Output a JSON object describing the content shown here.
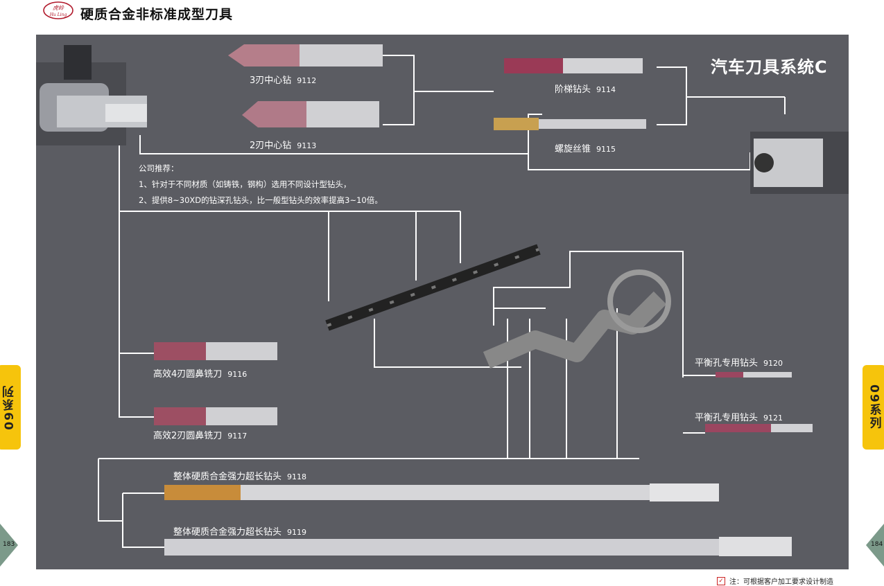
{
  "header": {
    "logo_text": "虎岭 Hu Ling",
    "title": "硬质合金非标准成型刀具"
  },
  "section_title": "汽车刀具系统C",
  "series_tab": "09系列",
  "pages": {
    "left": "183",
    "right": "184"
  },
  "footer_note": "注：可根据客户加工要求设计制造",
  "recommendation": {
    "heading": "公司推荐：",
    "line1": "1、针对于不同材质（如铸铁，钢构）选用不同设计型钻头，",
    "line2": "2、提供8~30XD的钻深孔钻头，比一般型钻头的效率提高3~10倍。"
  },
  "products": [
    {
      "name": "3刃中心钻",
      "code": "9112"
    },
    {
      "name": "2刃中心钻",
      "code": "9113"
    },
    {
      "name": "阶梯钻头",
      "code": "9114"
    },
    {
      "name": "螺旋丝锥",
      "code": "9115"
    },
    {
      "name": "高效4刃圆鼻铣刀",
      "code": "9116"
    },
    {
      "name": "高效2刃圆鼻铣刀",
      "code": "9117"
    },
    {
      "name": "整体硬质合金强力超长钻头",
      "code": "9118"
    },
    {
      "name": "整体硬质合金强力超长钻头",
      "code": "9119"
    },
    {
      "name": "平衡孔专用钻头",
      "code": "9120"
    },
    {
      "name": "平衡孔专用钻头",
      "code": "9121"
    }
  ],
  "colors": {
    "panel": "#5b5c62",
    "tab": "#f6c40c",
    "line": "#ffffff",
    "carbide": "#8a4a5a"
  }
}
